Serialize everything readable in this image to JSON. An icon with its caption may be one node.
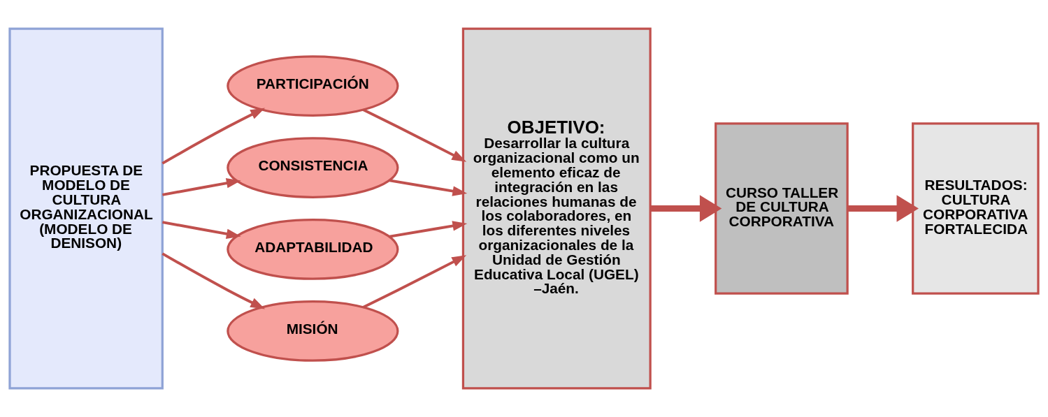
{
  "diagram": {
    "nodes": [
      {
        "text": [
          "PROPUESTA DE MODELO DE CULTURA ORGANIZACIONAL (MODELO DE DENISON)"
        ]
      },
      {
        "text": [
          "PARTICIPACIÓN"
        ]
      },
      {
        "text": [
          "CONSISTENCIA"
        ]
      },
      {
        "text": [
          "ADAPTABILIDAD"
        ]
      },
      {
        "text": [
          "MISIÓN"
        ]
      },
      {
        "text": [
          "OBJETIVO:",
          "Desarrollar la cultura organizacional como un elemento eficaz de integración en las relaciones humanas de los colaboradores, en los diferentes niveles organizacionales de la Unidad de Gestión Educativa Local (UGEL) –Jaén."
        ]
      },
      {
        "text": [
          "CURSO TALLER DE CULTURA CORPORATIVA"
        ]
      },
      {
        "text": [
          "RESULTADOS: CULTURA CORPORATIVA FORTALECIDA"
        ]
      }
    ],
    "edges": [
      {
        "from": 0,
        "to": 1,
        "arrow": "to"
      },
      {
        "from": 0,
        "to": 2,
        "arrow": "to"
      },
      {
        "from": 0,
        "to": 3,
        "arrow": "to"
      },
      {
        "from": 0,
        "to": 4,
        "arrow": "to"
      },
      {
        "from": 1,
        "to": 5,
        "arrow": "to"
      },
      {
        "from": 2,
        "to": 5,
        "arrow": "to"
      },
      {
        "from": 3,
        "to": 5,
        "arrow": "to"
      },
      {
        "from": 4,
        "to": 5,
        "arrow": "to"
      },
      {
        "from": 5,
        "to": 6,
        "arrow": "to",
        "style": "thick"
      },
      {
        "from": 6,
        "to": 7,
        "arrow": "to",
        "style": "thick"
      }
    ]
  }
}
